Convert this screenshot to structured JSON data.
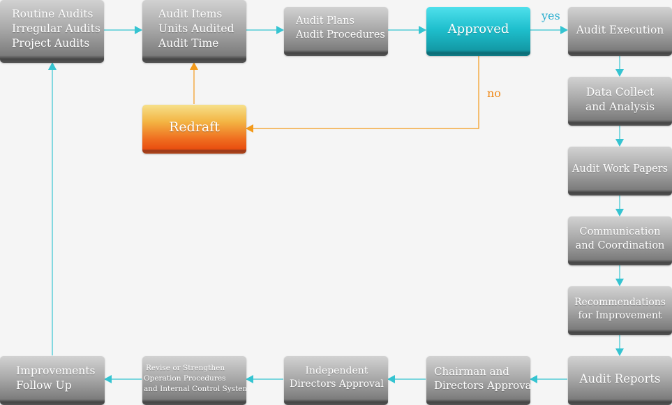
{
  "colors": {
    "connector": "#35c4d1",
    "no_connector": "#f39a1a",
    "yes_label": "#2aaecf",
    "no_label": "#f08a1a"
  },
  "nodes": {
    "audit_types": {
      "lines": [
        "Routine Audits",
        "Irregular Audits",
        "Project Audits"
      ]
    },
    "audit_items": {
      "lines": [
        "Audit Items",
        "Units Audited",
        "Audit Time"
      ]
    },
    "audit_plans": {
      "lines": [
        "Audit Plans",
        "Audit Procedures"
      ]
    },
    "approved": {
      "lines": [
        "Approved"
      ]
    },
    "audit_execution": {
      "lines": [
        "Audit Execution"
      ]
    },
    "redraft": {
      "lines": [
        "Redraft"
      ]
    },
    "data_collect": {
      "lines": [
        "Data Collect",
        "and Analysis"
      ]
    },
    "work_papers": {
      "lines": [
        "Audit Work Papers"
      ]
    },
    "communication": {
      "lines": [
        "Communication",
        "and Coordination"
      ]
    },
    "recommendations": {
      "lines": [
        "Recommendations",
        "for Improvement"
      ]
    },
    "audit_reports": {
      "lines": [
        "Audit Reports"
      ]
    },
    "chairman": {
      "lines": [
        "Chairman and",
        "Directors Approval"
      ]
    },
    "independent": {
      "lines": [
        "Independent",
        "Directors Approval"
      ]
    },
    "revise": {
      "lines": [
        "Revise or Strengthen",
        "Operation Procedures",
        "and Internal Control Systems"
      ]
    },
    "improvements": {
      "lines": [
        "Improvements",
        "Follow Up"
      ]
    }
  },
  "edge_labels": {
    "yes": "yes",
    "no": "no"
  }
}
